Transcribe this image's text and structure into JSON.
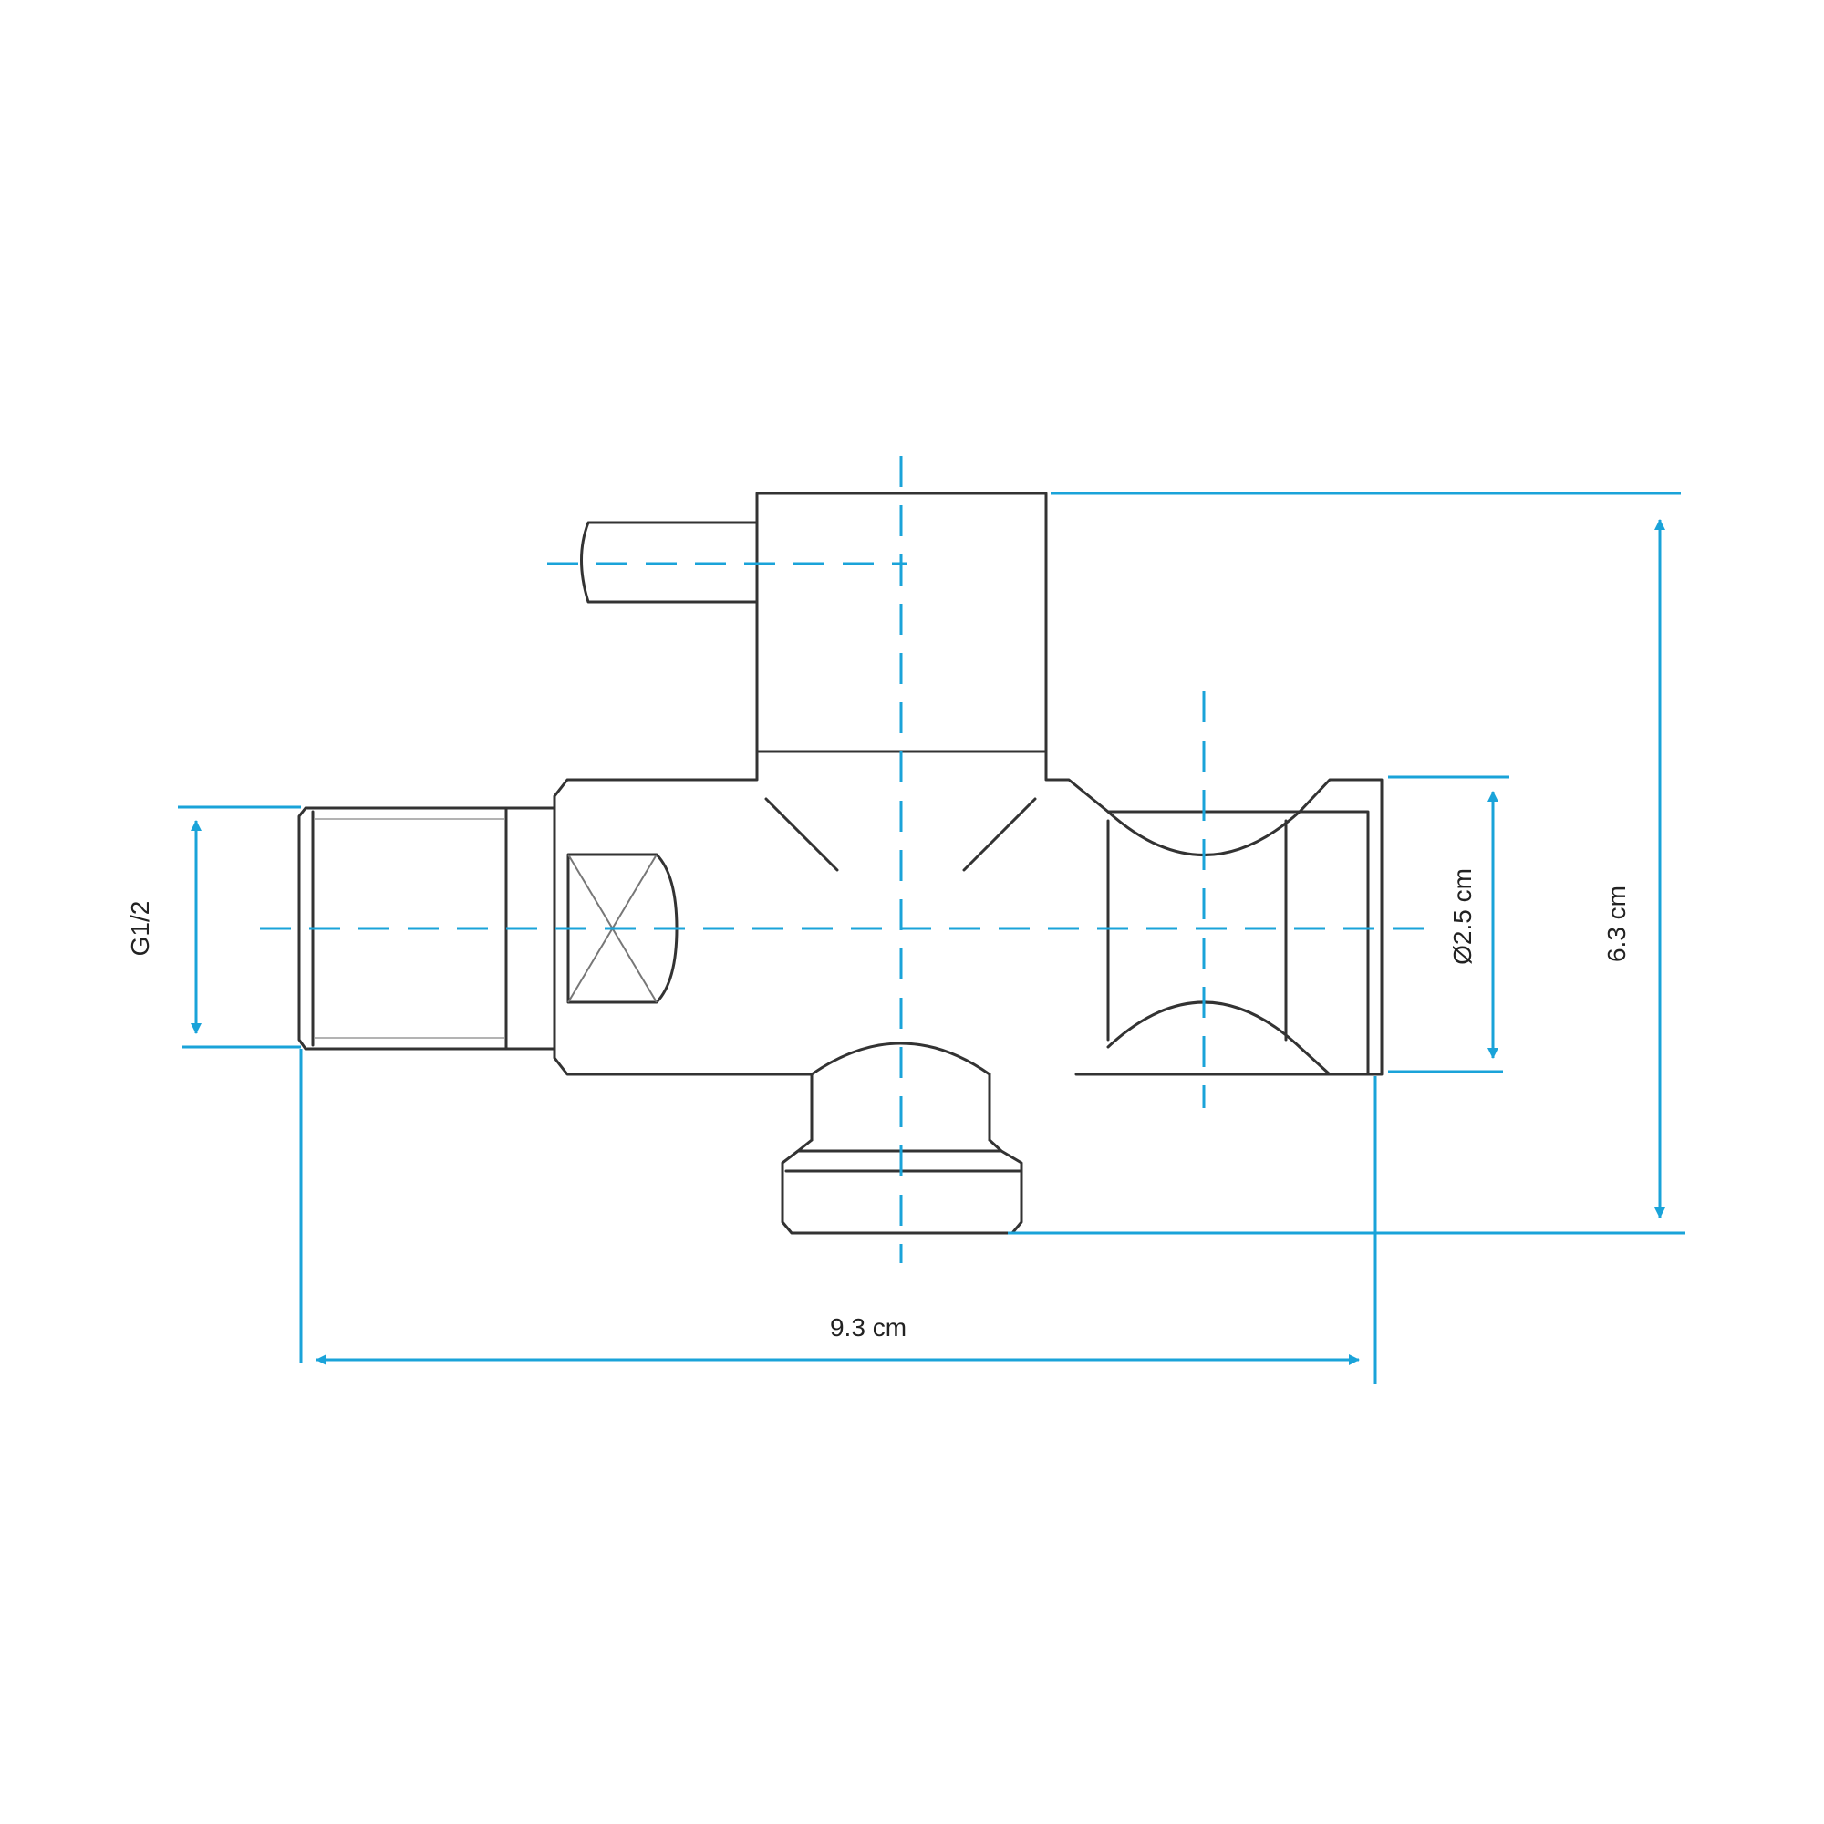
{
  "colors": {
    "dimension": "#1aa3d9",
    "outline": "#333333",
    "background": "#ffffff"
  },
  "dimensions": {
    "thread": "G1/2",
    "outlet_diameter": "Ø2.5 cm",
    "height": "6.3 cm",
    "length": "9.3 cm"
  }
}
